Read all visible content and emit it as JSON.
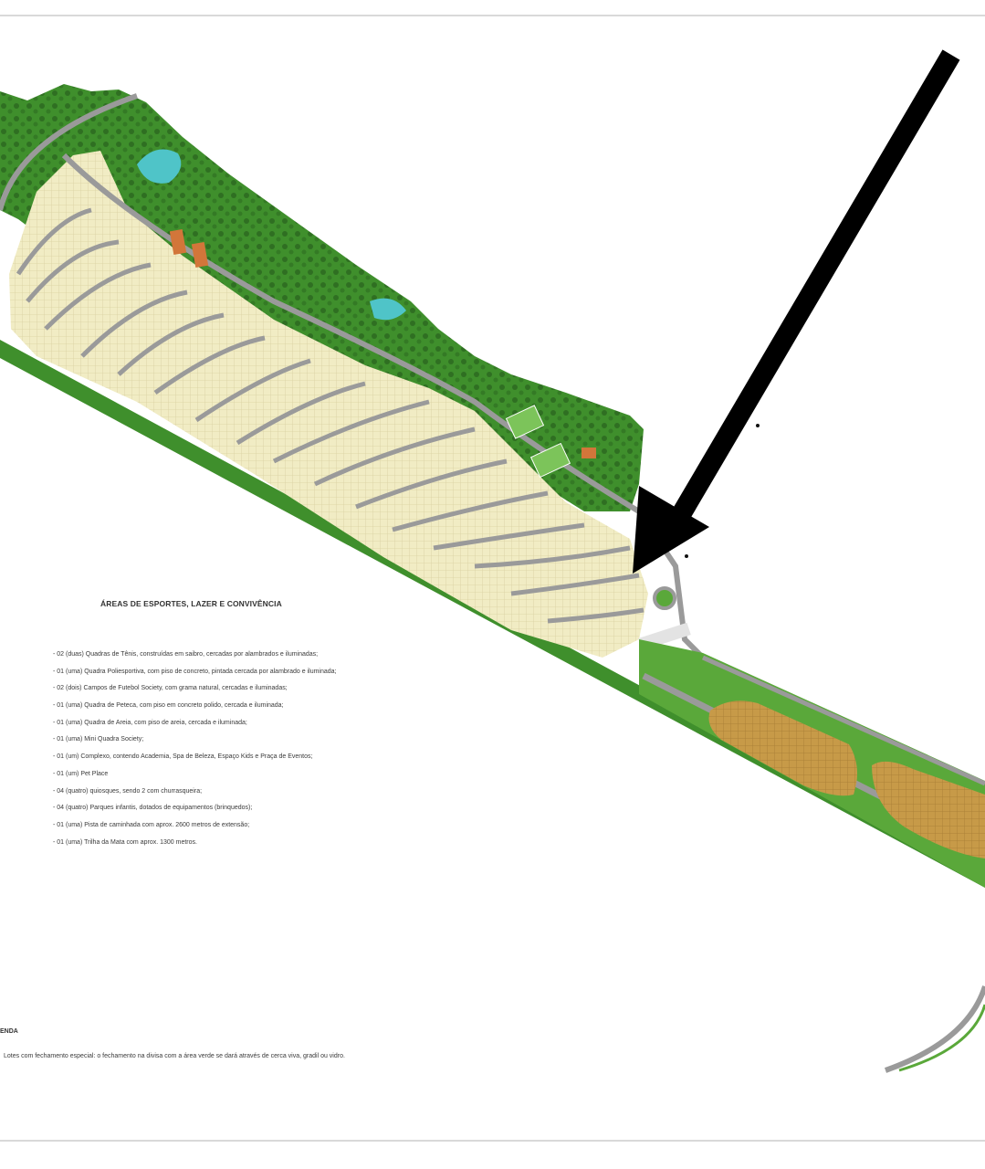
{
  "map": {
    "title": "ÁREAS DE ESPORTES, LAZER E CONVIVÊNCIA",
    "amenities": [
      "- 02 (duas) Quadras de Tênis, construídas em saibro, cercadas por alambrados e iluminadas;",
      "- 01 (uma) Quadra Poliesportiva, com piso de concreto, pintada cercada por alambrado e iluminada;",
      "- 02 (dois) Campos de Futebol Society, com grama natural, cercadas e iluminadas;",
      "- 01 (uma) Quadra de Peteca, com piso em concreto polido, cercada e iluminada;",
      "- 01 (uma) Quadra de Areia, com piso de areia, cercada e iluminada;",
      "- 01 (uma) Mini Quadra Society;",
      "- 01 (um) Complexo, contendo Academia, Spa de Beleza, Espaço Kids e Praça de Eventos;",
      "- 01 (um) Pet Place",
      "- 04 (quatro) quiosques, sendo 2 com churrasqueira;",
      "- 04 (quatro) Parques infantis, dotados de equipamentos (brinquedos);",
      "- 01 (uma) Pista de caminhada com aprox. 2600 metros de extensão;",
      "- 01 (uma) Trilha da Mata com aprox. 1300 metros."
    ],
    "legend_heading": "ENDA",
    "legend_note": "Lotes com fechamento especial: o fechamento na divisa com a área verde se dará através de cerca viva, gradil ou vidro."
  },
  "colors": {
    "forest": "#3f8f2c",
    "lawn": "#5aa83a",
    "road": "#9a9a9a",
    "lots_light": "#f1ecc4",
    "lots_tan": "#c79a48",
    "water": "#4fc4c8",
    "court": "#d2763a",
    "arrow": "#000000"
  },
  "icons": [
    "arrow-pointer-icon"
  ]
}
